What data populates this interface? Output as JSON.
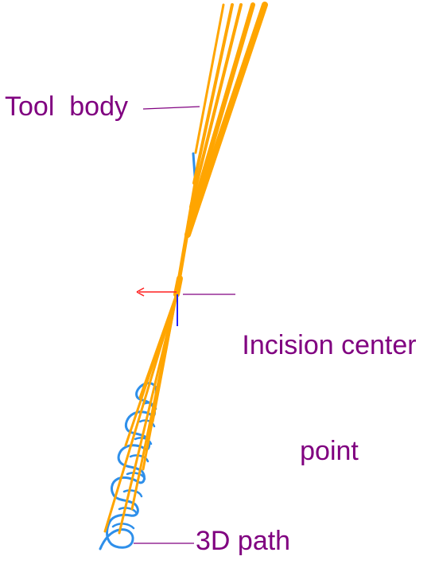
{
  "labels": {
    "tool_body": "Tool  body",
    "incision_line1": "Incision center",
    "incision_line2": "point",
    "path": "3D path"
  },
  "colors": {
    "tool": "#FFA500",
    "path": "#2E8FEA",
    "label_text": "#800080",
    "leader": "#800080",
    "axis_x": "#FF2020",
    "axis_z": "#2020FF"
  },
  "icons": {
    "axis_x_arrow": "arrow-left-icon"
  }
}
